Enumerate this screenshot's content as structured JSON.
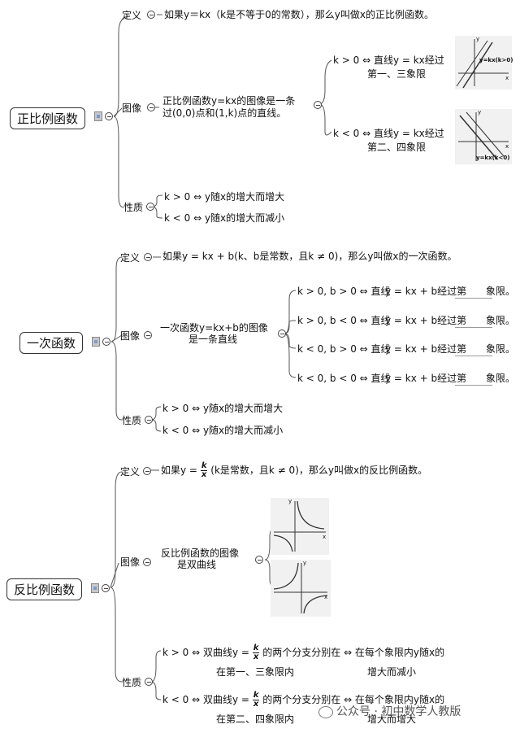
{
  "sections": {
    "s1": {
      "root": "正比例函数",
      "def_label": "定义",
      "def_text": "如果y＝kx（k是不等于0的常数），那么y叫做x的正比例函数。",
      "img_label": "图像",
      "img_text_1": "正比例函数y=kx的图像是一条",
      "img_text_2": "过(0,0)点和(1,k)点的直线。",
      "case_pos_1": "k > 0 ⇔ 直线y = kx经过",
      "case_pos_2": "第一、三象限",
      "case_neg_1": "k < 0 ⇔ 直线y = kx经过",
      "case_neg_2": "第二、四象限",
      "graph_pos_label": "y=kx(k>0)",
      "graph_neg_label": "y=kx(k<0)",
      "axis_x": "x",
      "axis_y": "y",
      "prop_label": "性质",
      "prop_1": "k > 0 ⇔ y随x的增大而增大",
      "prop_2": "k < 0 ⇔ y随x的增大而减小"
    },
    "s2": {
      "root": "一次函数",
      "def_label": "定义",
      "def_text": "如果y = kx + b(k、b是常数，且k ≠ 0)，那么y叫做x的一次函数。",
      "img_label": "图像",
      "img_text_1": "一次函数y=kx+b的图像",
      "img_text_2": "是一条直线",
      "cases": [
        {
          "cond": "k > 0, b > 0 ⇔ 直线",
          "eq": "y = kx + b经过第",
          "end": "象限。"
        },
        {
          "cond": "k > 0, b < 0 ⇔ 直线",
          "eq": "y = kx + b经过第",
          "end": "象限。"
        },
        {
          "cond": "k < 0, b > 0 ⇔ 直线",
          "eq": "y = kx + b经过第",
          "end": "象限。"
        },
        {
          "cond": "k < 0, b < 0 ⇔ 直线",
          "eq": "y = kx + b经过第",
          "end": "象限。"
        }
      ],
      "prop_label": "性质",
      "prop_1": "k > 0 ⇔ y随x的增大而增大",
      "prop_2": "k < 0 ⇔ y随x的增大而减小"
    },
    "s3": {
      "root": "反比例函数",
      "def_label": "定义",
      "def_pre": "如果y =",
      "def_frac_num": "k",
      "def_frac_den": "x",
      "def_post": "(k是常数，且k ≠ 0)，那么y叫做x的反比例函数。",
      "img_label": "图像",
      "img_text_1": "反比例函数的图像",
      "img_text_2": "是双曲线",
      "axis_x": "x",
      "axis_y": "y",
      "prop_label": "性质",
      "prop_pos_pre": "k > 0 ⇔ 双曲线y =",
      "prop_pos_post": "的两个分支分别在 ⇔ 在每个象限内y随x的",
      "prop_pos_line2a": "在第一、三象限内",
      "prop_pos_line2b": "增大而减小",
      "prop_neg_pre": "k < 0 ⇔ 双曲线y =",
      "prop_neg_post": "的两个分支分别在 ⇔ 在每个象限内y随x的",
      "prop_neg_line2a": "在第二、四象限内",
      "prop_neg_line2b": "增大而增大",
      "frac_num": "k",
      "frac_den": "x"
    }
  },
  "watermark": "公众号 · 初中数学人教版",
  "colors": {
    "line": "#555555",
    "graph_bg": "#f1f1f1",
    "curve": "#333333"
  }
}
